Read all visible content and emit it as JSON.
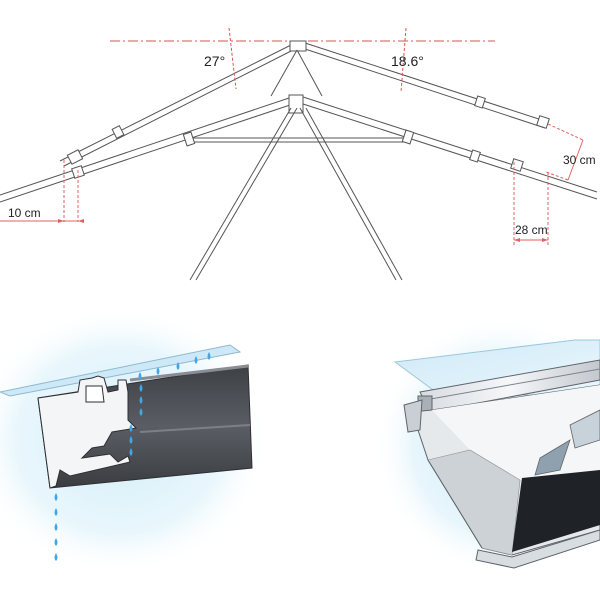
{
  "roof_frame": {
    "angles": {
      "upper": "27°",
      "lower": "18.6°"
    },
    "dimensions": {
      "left_overhang": "10 cm",
      "right_drop": "30 cm",
      "right_overhang": "28 cm"
    }
  },
  "colors": {
    "line": "#555555",
    "red_dash": "#d9534f",
    "red_dim": "#e06060",
    "water": "#41a6e6",
    "glow": "#dff3fb",
    "gutter_dark": "#4a4d52",
    "gutter_light": "#e7eaee"
  },
  "details": [
    {
      "name": "gutter-cross-section",
      "icon": "water-drops"
    },
    {
      "name": "gutter-3d-view",
      "icon": "glass-panel"
    }
  ]
}
